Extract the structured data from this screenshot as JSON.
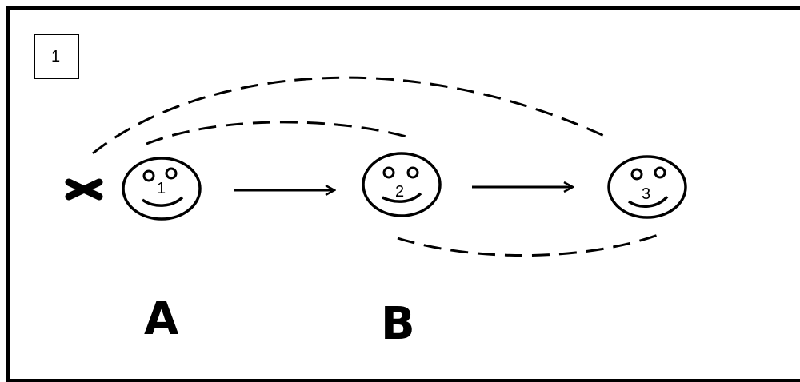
{
  "panel_number": "1",
  "faces": [
    {
      "number": "1"
    },
    {
      "number": "2"
    },
    {
      "number": "3"
    }
  ],
  "labels": {
    "a": "A",
    "b": "B"
  },
  "colors": {
    "ink": "#000000",
    "background": "#ffffff"
  },
  "icons": [
    "cross-icon",
    "smiley-face-icon",
    "arrow-icon"
  ]
}
